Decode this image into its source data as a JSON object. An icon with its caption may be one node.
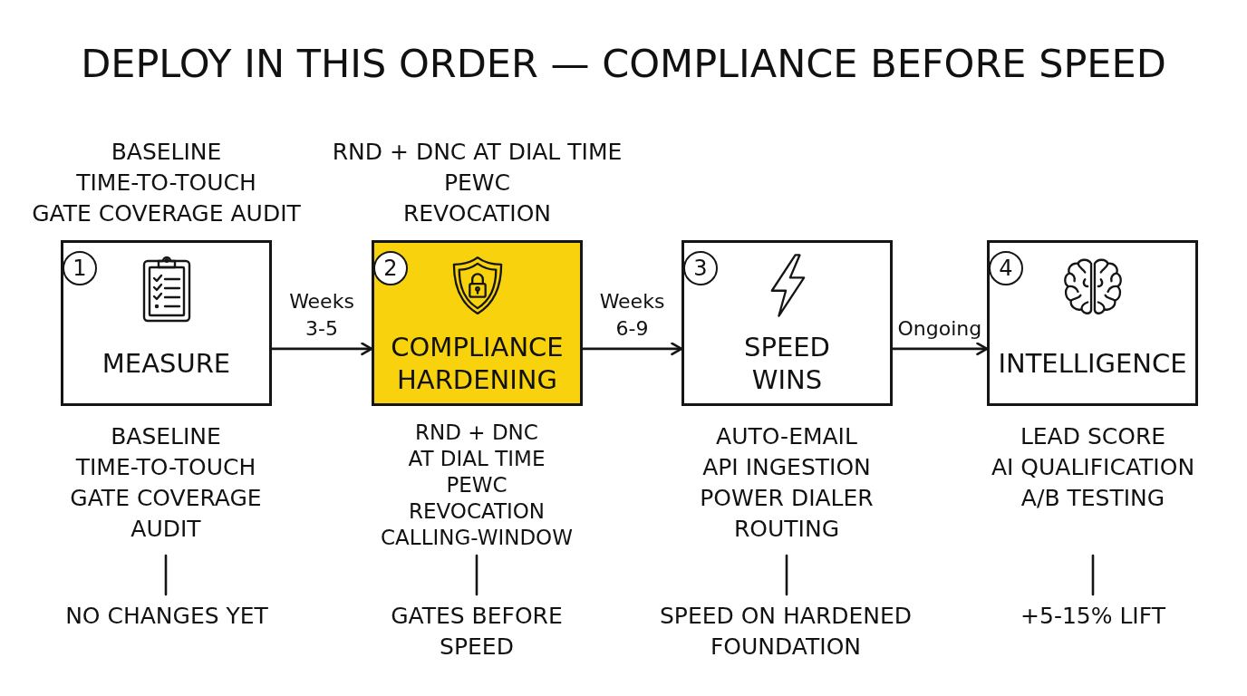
{
  "diagram": {
    "title": "DEPLOY IN THIS ORDER — COMPLIANCE BEFORE SPEED",
    "nodes": [
      {
        "text": [
          "MEASURE"
        ],
        "beside": [
          "BASELINE",
          "TIME-TO-TOUCH",
          "GATE COVERAGE AUDIT"
        ]
      },
      {
        "text": [
          "1"
        ],
        "in": 0
      },
      {
        "text": [
          "COMPLIANCE HARDENING"
        ],
        "beside": [
          "RND + DNC AT DIAL TIME",
          "PEWC",
          "REVOCATION"
        ]
      },
      {
        "text": [
          "2"
        ],
        "in": 2
      },
      {
        "text": [
          "SPEED WINS"
        ]
      },
      {
        "text": [
          "3"
        ],
        "in": 4
      },
      {
        "text": [
          "INTELLIGENCE"
        ]
      },
      {
        "text": [
          "4"
        ],
        "in": 6
      },
      {
        "text": [
          "BASELINE",
          "TIME-TO-TOUCH",
          "GATE COVERAGE AUDIT"
        ]
      },
      {
        "text": [
          "NO CHANGES YET"
        ]
      },
      {
        "text": [
          "RND + DNC AT DIAL TIME",
          "PEWC",
          "REVOCATION",
          "CALLING-WINDOW"
        ]
      },
      {
        "text": [
          "GATES BEFORE SPEED"
        ]
      },
      {
        "text": [
          "AUTO-EMAIL",
          "API INGESTION",
          "POWER DIALER",
          "ROUTING"
        ]
      },
      {
        "text": [
          "SPEED ON HARDENED FOUNDATION"
        ]
      },
      {
        "text": [
          "LEAD SCORE",
          "AI QUALIFICATION",
          "A/B TESTING"
        ]
      },
      {
        "text": [
          "+5-15% LIFT"
        ]
      }
    ],
    "edges": [
      {
        "from": 0,
        "to": 2,
        "arrow": "to",
        "label": "Weeks 3-5"
      },
      {
        "from": 2,
        "to": 4,
        "arrow": "to",
        "label": "Weeks 6-9"
      },
      {
        "from": 4,
        "to": 6,
        "arrow": "to",
        "label": "Ongoing"
      },
      {
        "from": 8,
        "to": 9,
        "arrow": "none"
      },
      {
        "from": 10,
        "to": 11,
        "arrow": "none"
      },
      {
        "from": 12,
        "to": 13,
        "arrow": "none"
      },
      {
        "from": 14,
        "to": 15,
        "arrow": "none"
      }
    ]
  }
}
